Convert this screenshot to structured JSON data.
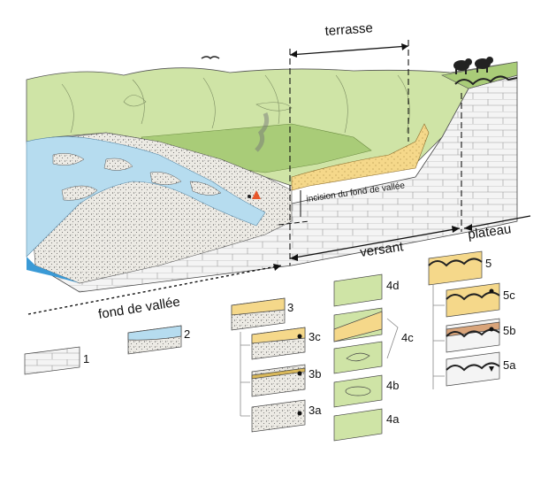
{
  "labels": {
    "terrasse": "terrasse",
    "incision": "incision du fond de vallée",
    "versant": "versant",
    "plateau": "plateau",
    "fond_de_vallee": "fond de vallée"
  },
  "legend": {
    "n1": "1",
    "n2": "2",
    "n3": "3",
    "n3c": "3c",
    "n3b": "3b",
    "n3a": "3a",
    "n4d": "4d",
    "n4c": "4c",
    "n4b": "4b",
    "n4a": "4a",
    "n5": "5",
    "n5c": "5c",
    "n5b": "5b",
    "n5a": "5a"
  },
  "colors": {
    "river": "#b6dcef",
    "valley_green": "#cfe4a6",
    "dark_green": "#a9cc78",
    "yellow_layer": "#f5d88a",
    "bedrock": "#f4f4f4",
    "gravel": "#eceae4",
    "brown_layer": "#d9a47a",
    "fire": "#e8562a"
  }
}
